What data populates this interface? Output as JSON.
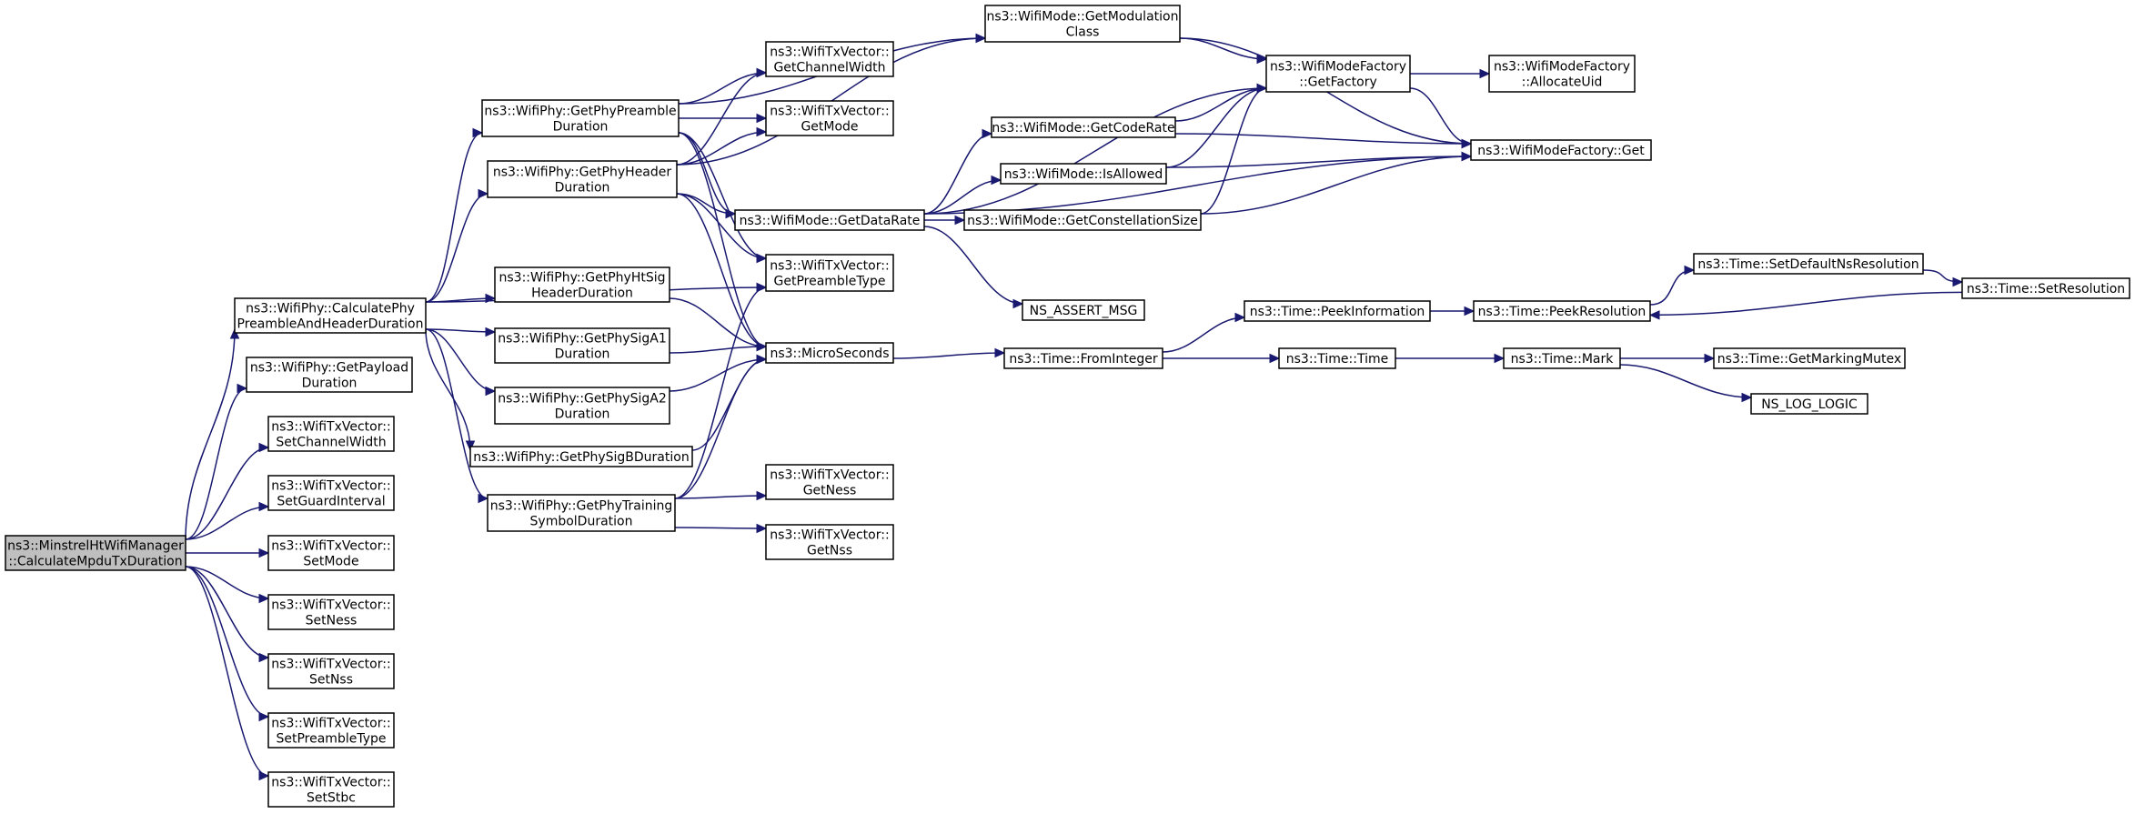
{
  "graph": {
    "root": "n_calcMpdu",
    "nodes": [
      {
        "id": "n_calcMpdu",
        "lines": [
          "ns3::MinstrelHtWifiManager",
          "::CalculateMpduTxDuration"
        ],
        "root": true
      },
      {
        "id": "n_calcPre",
        "lines": [
          "ns3::WifiPhy::CalculatePhy",
          "PreambleAndHeaderDuration"
        ]
      },
      {
        "id": "n_payload",
        "lines": [
          "ns3::WifiPhy::GetPayload",
          "Duration"
        ]
      },
      {
        "id": "n_setCW",
        "lines": [
          "ns3::WifiTxVector::",
          "SetChannelWidth"
        ]
      },
      {
        "id": "n_setGI",
        "lines": [
          "ns3::WifiTxVector::",
          "SetGuardInterval"
        ]
      },
      {
        "id": "n_setMode",
        "lines": [
          "ns3::WifiTxVector::",
          "SetMode"
        ]
      },
      {
        "id": "n_setNess",
        "lines": [
          "ns3::WifiTxVector::",
          "SetNess"
        ]
      },
      {
        "id": "n_setNss",
        "lines": [
          "ns3::WifiTxVector::",
          "SetNss"
        ]
      },
      {
        "id": "n_setPre",
        "lines": [
          "ns3::WifiTxVector::",
          "SetPreambleType"
        ]
      },
      {
        "id": "n_setStbc",
        "lines": [
          "ns3::WifiTxVector::",
          "SetStbc"
        ]
      },
      {
        "id": "n_getPreDur",
        "lines": [
          "ns3::WifiPhy::GetPhyPreamble",
          "Duration"
        ]
      },
      {
        "id": "n_getHdrDur",
        "lines": [
          "ns3::WifiPhy::GetPhyHeader",
          "Duration"
        ]
      },
      {
        "id": "n_htSig",
        "lines": [
          "ns3::WifiPhy::GetPhyHtSig",
          "HeaderDuration"
        ]
      },
      {
        "id": "n_sigA1",
        "lines": [
          "ns3::WifiPhy::GetPhySigA1",
          "Duration"
        ]
      },
      {
        "id": "n_sigA2",
        "lines": [
          "ns3::WifiPhy::GetPhySigA2",
          "Duration"
        ]
      },
      {
        "id": "n_sigB",
        "lines": [
          "ns3::WifiPhy::GetPhySigBDuration"
        ]
      },
      {
        "id": "n_training",
        "lines": [
          "ns3::WifiPhy::GetPhyTraining",
          "SymbolDuration"
        ]
      },
      {
        "id": "n_getCW",
        "lines": [
          "ns3::WifiTxVector::",
          "GetChannelWidth"
        ]
      },
      {
        "id": "n_getMode",
        "lines": [
          "ns3::WifiTxVector::",
          "GetMode"
        ]
      },
      {
        "id": "n_getPreType",
        "lines": [
          "ns3::WifiTxVector::",
          "GetPreambleType"
        ]
      },
      {
        "id": "n_micro",
        "lines": [
          "ns3::MicroSeconds"
        ]
      },
      {
        "id": "n_getNess",
        "lines": [
          "ns3::WifiTxVector::",
          "GetNess"
        ]
      },
      {
        "id": "n_getNss",
        "lines": [
          "ns3::WifiTxVector::",
          "GetNss"
        ]
      },
      {
        "id": "n_dataRate",
        "lines": [
          "ns3::WifiMode::GetDataRate"
        ]
      },
      {
        "id": "n_modClass",
        "lines": [
          "ns3::WifiMode::GetModulation",
          "Class"
        ]
      },
      {
        "id": "n_codeRate",
        "lines": [
          "ns3::WifiMode::GetCodeRate"
        ]
      },
      {
        "id": "n_isAllowed",
        "lines": [
          "ns3::WifiMode::IsAllowed"
        ]
      },
      {
        "id": "n_constSize",
        "lines": [
          "ns3::WifiMode::GetConstellationSize"
        ]
      },
      {
        "id": "n_assert",
        "lines": [
          "NS_ASSERT_MSG"
        ]
      },
      {
        "id": "n_factory",
        "lines": [
          "ns3::WifiModeFactory",
          "::GetFactory"
        ]
      },
      {
        "id": "n_allocUid",
        "lines": [
          "ns3::WifiModeFactory",
          "::AllocateUid"
        ]
      },
      {
        "id": "n_fGet",
        "lines": [
          "ns3::WifiModeFactory::Get"
        ]
      },
      {
        "id": "n_fromInt",
        "lines": [
          "ns3::Time::FromInteger"
        ]
      },
      {
        "id": "n_peekInfo",
        "lines": [
          "ns3::Time::PeekInformation"
        ]
      },
      {
        "id": "n_timeTime",
        "lines": [
          "ns3::Time::Time"
        ]
      },
      {
        "id": "n_peekRes",
        "lines": [
          "ns3::Time::PeekResolution"
        ]
      },
      {
        "id": "n_mark",
        "lines": [
          "ns3::Time::Mark"
        ]
      },
      {
        "id": "n_setDefNs",
        "lines": [
          "ns3::Time::SetDefaultNsResolution"
        ]
      },
      {
        "id": "n_setRes",
        "lines": [
          "ns3::Time::SetResolution"
        ]
      },
      {
        "id": "n_markMutex",
        "lines": [
          "ns3::Time::GetMarkingMutex"
        ]
      },
      {
        "id": "n_logLogic",
        "lines": [
          "NS_LOG_LOGIC"
        ]
      }
    ],
    "edges": [
      [
        "n_calcMpdu",
        "n_calcPre"
      ],
      [
        "n_calcMpdu",
        "n_payload"
      ],
      [
        "n_calcMpdu",
        "n_setCW"
      ],
      [
        "n_calcMpdu",
        "n_setGI"
      ],
      [
        "n_calcMpdu",
        "n_setMode"
      ],
      [
        "n_calcMpdu",
        "n_setNess"
      ],
      [
        "n_calcMpdu",
        "n_setNss"
      ],
      [
        "n_calcMpdu",
        "n_setPre"
      ],
      [
        "n_calcMpdu",
        "n_setStbc"
      ],
      [
        "n_calcPre",
        "n_getPreDur"
      ],
      [
        "n_calcPre",
        "n_getHdrDur"
      ],
      [
        "n_calcPre",
        "n_getPreType"
      ],
      [
        "n_calcPre",
        "n_htSig"
      ],
      [
        "n_calcPre",
        "n_sigA1"
      ],
      [
        "n_calcPre",
        "n_sigA2"
      ],
      [
        "n_calcPre",
        "n_sigB"
      ],
      [
        "n_calcPre",
        "n_training"
      ],
      [
        "n_getPreDur",
        "n_modClass"
      ],
      [
        "n_getPreDur",
        "n_getCW"
      ],
      [
        "n_getPreDur",
        "n_getMode"
      ],
      [
        "n_getPreDur",
        "n_getPreType"
      ],
      [
        "n_getPreDur",
        "n_dataRate"
      ],
      [
        "n_getPreDur",
        "n_micro"
      ],
      [
        "n_getHdrDur",
        "n_modClass"
      ],
      [
        "n_getHdrDur",
        "n_getCW"
      ],
      [
        "n_getHdrDur",
        "n_getMode"
      ],
      [
        "n_getHdrDur",
        "n_getPreType"
      ],
      [
        "n_getHdrDur",
        "n_dataRate"
      ],
      [
        "n_getHdrDur",
        "n_micro"
      ],
      [
        "n_htSig",
        "n_micro"
      ],
      [
        "n_sigA1",
        "n_micro"
      ],
      [
        "n_sigA2",
        "n_micro"
      ],
      [
        "n_sigB",
        "n_micro"
      ],
      [
        "n_training",
        "n_getPreType"
      ],
      [
        "n_training",
        "n_micro"
      ],
      [
        "n_training",
        "n_getNess"
      ],
      [
        "n_training",
        "n_getNss"
      ],
      [
        "n_dataRate",
        "n_codeRate"
      ],
      [
        "n_dataRate",
        "n_isAllowed"
      ],
      [
        "n_dataRate",
        "n_constSize"
      ],
      [
        "n_dataRate",
        "n_factory"
      ],
      [
        "n_dataRate",
        "n_fGet"
      ],
      [
        "n_dataRate",
        "n_assert"
      ],
      [
        "n_modClass",
        "n_factory"
      ],
      [
        "n_modClass",
        "n_fGet"
      ],
      [
        "n_codeRate",
        "n_factory"
      ],
      [
        "n_codeRate",
        "n_fGet"
      ],
      [
        "n_isAllowed",
        "n_factory"
      ],
      [
        "n_isAllowed",
        "n_fGet"
      ],
      [
        "n_constSize",
        "n_factory"
      ],
      [
        "n_constSize",
        "n_fGet"
      ],
      [
        "n_factory",
        "n_allocUid"
      ],
      [
        "n_factory",
        "n_fGet"
      ],
      [
        "n_micro",
        "n_fromInt"
      ],
      [
        "n_fromInt",
        "n_peekInfo"
      ],
      [
        "n_fromInt",
        "n_timeTime"
      ],
      [
        "n_peekInfo",
        "n_peekRes"
      ],
      [
        "n_peekRes",
        "n_setDefNs"
      ],
      [
        "n_setDefNs",
        "n_setRes"
      ],
      [
        "n_setRes",
        "n_peekRes"
      ],
      [
        "n_timeTime",
        "n_mark"
      ],
      [
        "n_mark",
        "n_markMutex"
      ],
      [
        "n_mark",
        "n_logLogic"
      ]
    ]
  },
  "colors": {
    "edge": "#191970",
    "node_border": "#000000",
    "node_fill": "#ffffff",
    "root_fill": "#bfbfbf"
  }
}
